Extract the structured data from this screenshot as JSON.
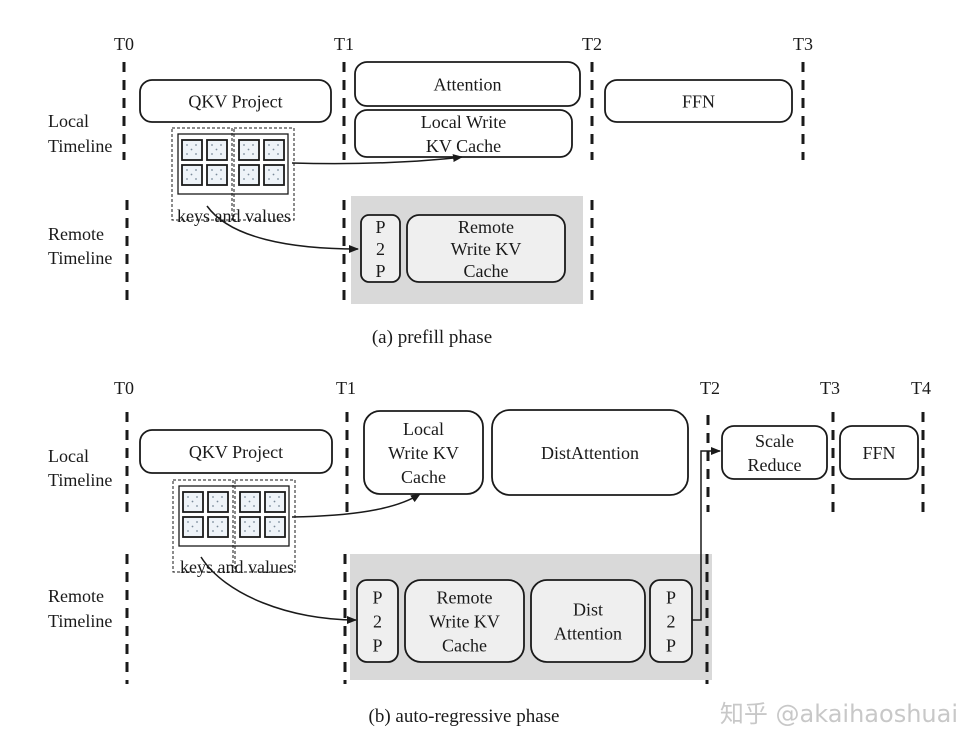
{
  "panels": [
    {
      "id": "a",
      "caption": "(a) prefill phase",
      "time_markers": [
        "T0",
        "T1",
        "T2",
        "T3"
      ],
      "row_labels": {
        "local": [
          "Local",
          "Timeline"
        ],
        "remote": [
          "Remote",
          "Timeline"
        ]
      },
      "kv_label": "keys and values",
      "local_blocks": [
        {
          "id": "qkv",
          "lines": [
            "QKV Project"
          ]
        },
        {
          "id": "attention",
          "lines": [
            "Attention"
          ]
        },
        {
          "id": "local-write",
          "lines": [
            "Local Write",
            "KV Cache"
          ]
        },
        {
          "id": "ffn",
          "lines": [
            "FFN"
          ]
        }
      ],
      "remote_blocks": [
        {
          "id": "p2p",
          "lines": [
            "P",
            "2",
            "P"
          ]
        },
        {
          "id": "remote-write",
          "lines": [
            "Remote",
            "Write KV",
            "Cache"
          ]
        }
      ]
    },
    {
      "id": "b",
      "caption": "(b) auto-regressive phase",
      "time_markers": [
        "T0",
        "T1",
        "T2",
        "T3",
        "T4"
      ],
      "row_labels": {
        "local": [
          "Local",
          "Timeline"
        ],
        "remote": [
          "Remote",
          "Timeline"
        ]
      },
      "kv_label": "keys and values",
      "local_blocks": [
        {
          "id": "qkv",
          "lines": [
            "QKV Project"
          ]
        },
        {
          "id": "local-write",
          "lines": [
            "Local",
            "Write KV",
            "Cache"
          ]
        },
        {
          "id": "dist-attention",
          "lines": [
            "DistAttention"
          ]
        },
        {
          "id": "scale-reduce",
          "lines": [
            "Scale",
            "Reduce"
          ]
        },
        {
          "id": "ffn",
          "lines": [
            "FFN"
          ]
        }
      ],
      "remote_blocks": [
        {
          "id": "p2p-in",
          "lines": [
            "P",
            "2",
            "P"
          ]
        },
        {
          "id": "remote-write",
          "lines": [
            "Remote",
            "Write KV",
            "Cache"
          ]
        },
        {
          "id": "dist-attention-remote",
          "lines": [
            "Dist",
            "Attention"
          ]
        },
        {
          "id": "p2p-out",
          "lines": [
            "P",
            "2",
            "P"
          ]
        }
      ]
    }
  ],
  "watermark": "知乎 @akaihaoshuai",
  "colors": {
    "line": "#1a1a1a",
    "remote_bg": "#d9d9d9",
    "remote_block_fill": "#efefef",
    "kv_cell_fill": "#eef3f8",
    "watermark": "#c8c8c8"
  }
}
